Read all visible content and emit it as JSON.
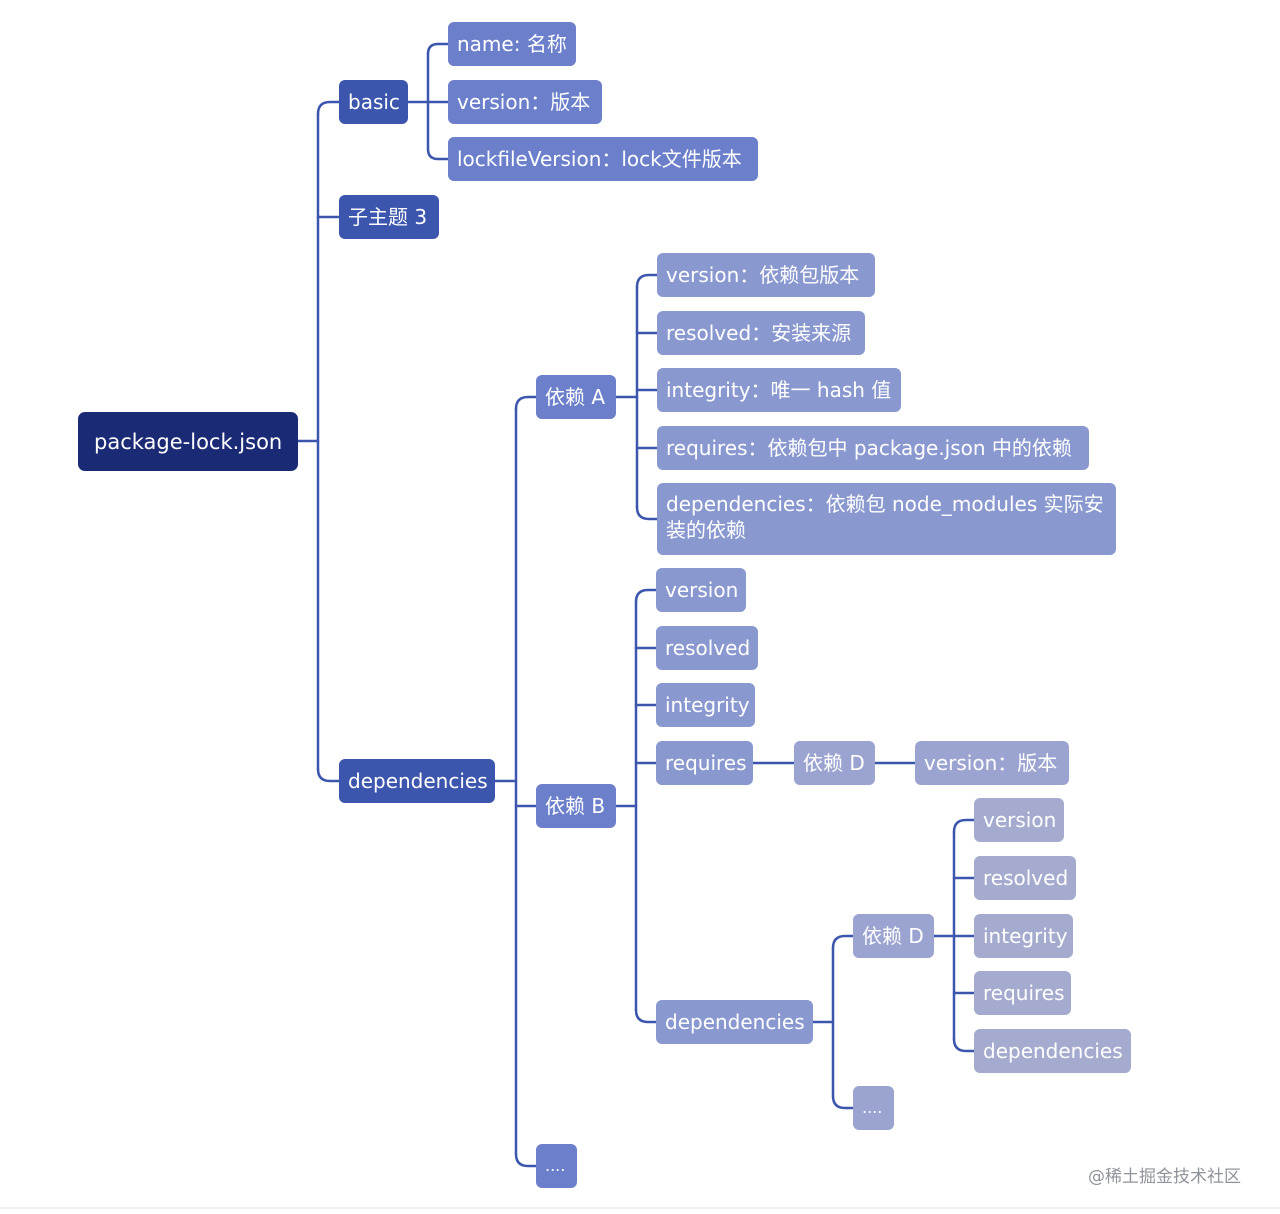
{
  "mindmap": {
    "root": "package-lock.json",
    "basic": {
      "label": "basic",
      "children": [
        "name: 名称",
        "version：版本",
        "lockfileVersion：lock文件版本"
      ]
    },
    "subtopic": "子主题 3",
    "dependencies": {
      "label": "dependencies",
      "dep_a": {
        "label": "依赖 A",
        "children": [
          "version：依赖包版本",
          "resolved：安装来源",
          "integrity：唯一 hash 值",
          "requires：依赖包中 package.json 中的依赖",
          "dependencies：依赖包 node_modules 实际安装的依赖"
        ]
      },
      "dep_b": {
        "label": "依赖 B",
        "version": "version",
        "resolved": "resolved",
        "integrity": "integrity",
        "requires": {
          "label": "requires",
          "dep_d": {
            "label": "依赖 D",
            "version": "version：版本"
          }
        },
        "dependencies": {
          "label": "dependencies",
          "dep_d": {
            "label": "依赖 D",
            "children": [
              "version",
              "resolved",
              "integrity",
              "requires",
              "dependencies"
            ]
          },
          "more": "...."
        }
      },
      "more": "...."
    }
  },
  "watermark": "@稀土掘金技术社区",
  "colors": {
    "root": "#1b2a75",
    "level1": "#3c55ad",
    "level2": "#6b7fcb",
    "level3": "#8a98d0",
    "level4": "#9ba4d0",
    "level5": "#a5abcf",
    "connector": "#3c55ad"
  }
}
